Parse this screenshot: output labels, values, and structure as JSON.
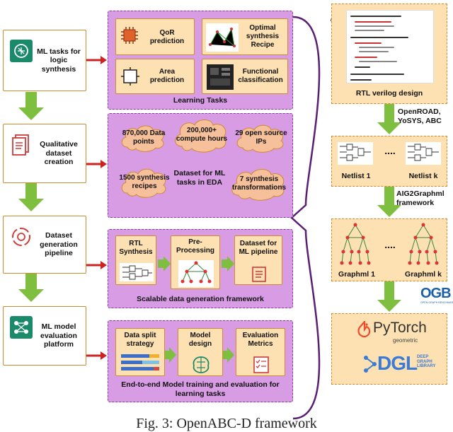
{
  "left_steps": [
    {
      "label": "ML tasks for logic synthesis",
      "icon": "brain-chip-icon"
    },
    {
      "label": "Qualitative dataset creation",
      "icon": "documents-icon"
    },
    {
      "label": "Dataset generation pipeline",
      "icon": "pipeline-cycle-icon"
    },
    {
      "label": "ML model evaluation platform",
      "icon": "model-network-icon"
    }
  ],
  "learning_tasks": {
    "title": "Learning Tasks",
    "cards": [
      {
        "label": "QoR prediction"
      },
      {
        "label": "Optimal synthesis Recipe"
      },
      {
        "label": "Area prediction"
      },
      {
        "label": "Functional classification"
      }
    ]
  },
  "dataset": {
    "center_label": "Dataset for ML tasks in EDA",
    "clouds": [
      "870,000 Data points",
      "200,000+ compute hours",
      "29 open source IPs",
      "1500 synthesis recipes",
      "7 synthesis transformations"
    ]
  },
  "generation": {
    "title": "Scalable data generation framework",
    "stages": [
      "RTL Synthesis",
      "Pre-Processing",
      "Dataset for ML pipeline"
    ]
  },
  "training": {
    "title": "End-to-end Model training and evaluation for learning tasks",
    "stages": [
      "Data split strategy",
      "Model design",
      "Evaluation Metrics"
    ]
  },
  "right_flow": {
    "rtl_label": "RTL verilog design",
    "tools_label": "OpenROAD, YoSYS, ABC",
    "netlist_first": "Netlist 1",
    "netlist_last": "Netlist k",
    "ellipsis": "....",
    "converter_label": "AIG2Graphml framework",
    "graphml_first": "Graphml 1",
    "graphml_last": "Graphml k",
    "ogb_logo": "OGB",
    "ogb_sub": "OPEN GRAPH BENCHMARK",
    "pytorch_logo": "PyTorch",
    "pytorch_sub": "geometric",
    "dgl_logo": "DGL",
    "dgl_sub": "DEEP GRAPH LIBRARY"
  },
  "caption": "Fig. 3: OpenABC-D framework",
  "colors": {
    "arrow_green": "#7fbf3f",
    "arrow_red": "#cc2222",
    "panel": "#d79ce3",
    "card": "#fde1b2",
    "curve": "#5a1f74"
  }
}
